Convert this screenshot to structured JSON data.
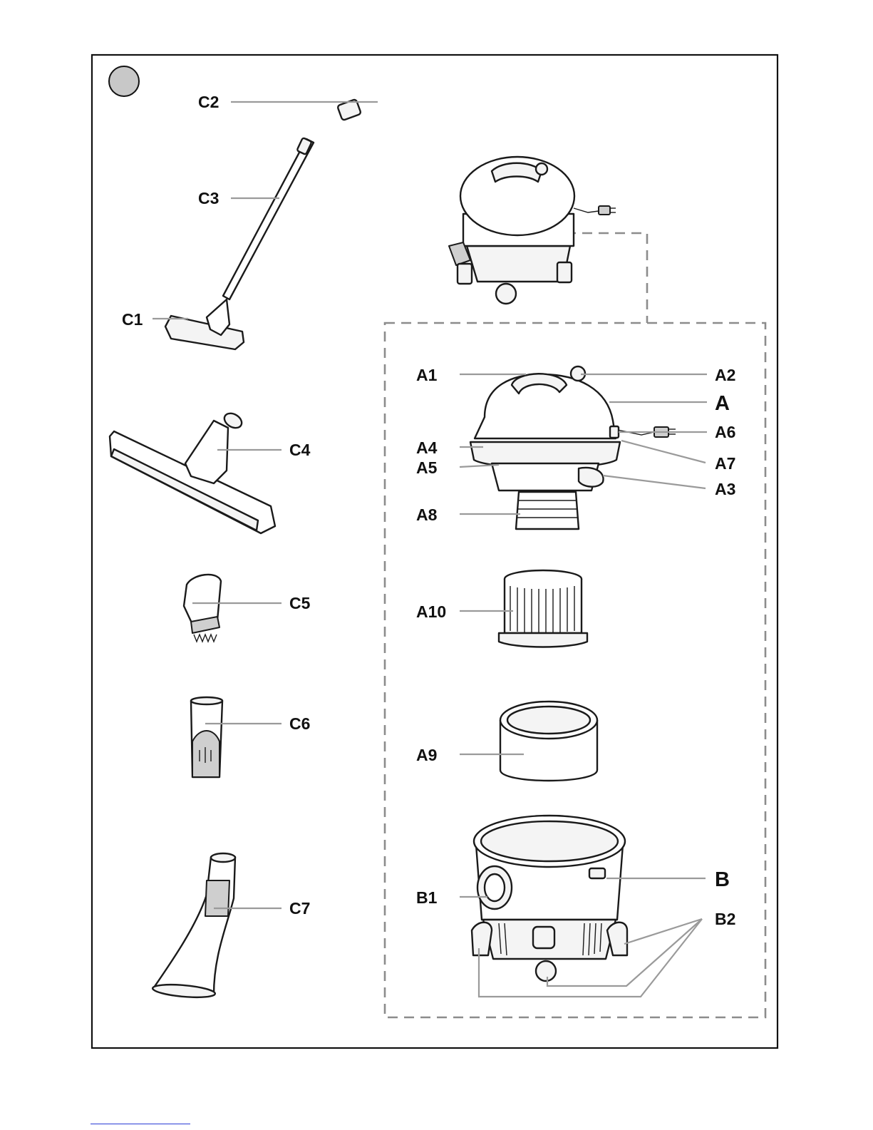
{
  "figure": {
    "labels": {
      "C1": "C1",
      "C2": "C2",
      "C3": "C3",
      "C4": "C4",
      "C5": "C5",
      "C6": "C6",
      "C7": "C7",
      "A": "A",
      "A1": "A1",
      "A2": "A2",
      "A3": "A3",
      "A4": "A4",
      "A5": "A5",
      "A6": "A6",
      "A7": "A7",
      "A8": "A8",
      "A9": "A9",
      "A10": "A10",
      "B": "B",
      "B1": "B1",
      "B2": "B2"
    },
    "colors": {
      "frame": "#111111",
      "leader": "#9a9a9a",
      "dashed_box": "#8c8c8c",
      "badge": "#c8c8c8",
      "link_underline": "#2a3bd6"
    }
  }
}
